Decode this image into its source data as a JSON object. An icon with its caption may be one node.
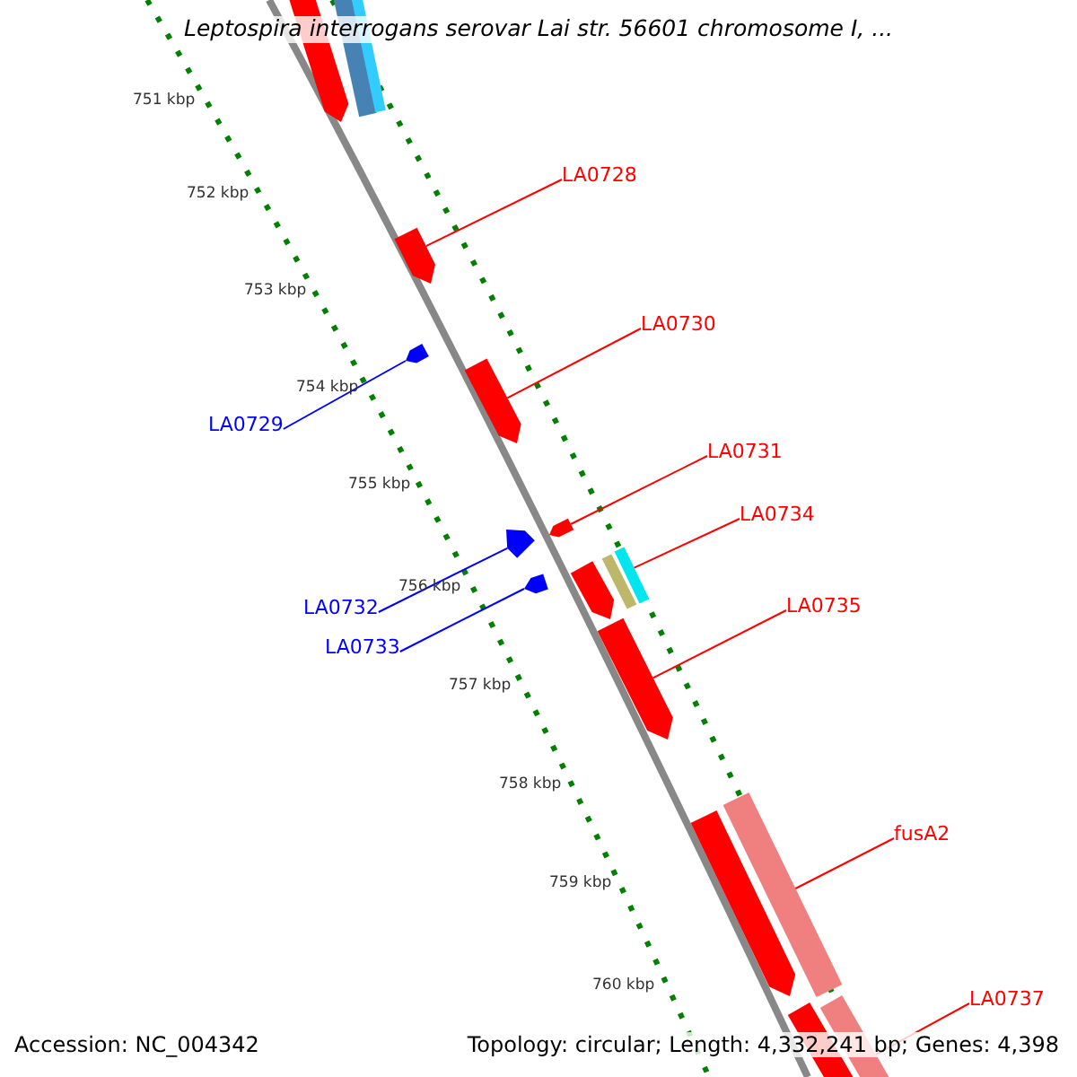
{
  "diagram": {
    "title": "Leptospira interrogans serovar Lai str. 56601 chromosome I, ...",
    "nodes": [
      {
        "text": [
          "LA0728"
        ]
      },
      {
        "text": [
          "LA0730"
        ]
      },
      {
        "text": [
          "LA0729"
        ]
      },
      {
        "text": [
          "LA0731"
        ]
      },
      {
        "text": [
          "LA0734"
        ]
      },
      {
        "text": [
          "LA0735"
        ]
      },
      {
        "text": [
          "LA0732"
        ]
      },
      {
        "text": [
          "LA0733"
        ]
      },
      {
        "text": [
          "fusA2"
        ]
      },
      {
        "text": [
          "LA0737"
        ]
      },
      {
        "text": [],
        "shape": "bar"
      },
      {
        "text": [],
        "shape": "bar"
      },
      {
        "text": [],
        "shape": "bar"
      },
      {
        "text": [],
        "shape": "bar"
      },
      {
        "text": [],
        "shape": "bar"
      },
      {
        "text": [],
        "shape": "bar"
      },
      {
        "text": [],
        "shape": "bar"
      },
      {
        "text": [],
        "shape": "bar"
      },
      {
        "text": [],
        "shape": "bar"
      },
      {
        "text": [],
        "shape": "bar"
      },
      {
        "text": [],
        "shape": "bar"
      },
      {
        "text": [],
        "shape": "bar"
      },
      {
        "text": [],
        "shape": "bar"
      },
      {
        "text": [],
        "shape": "bar"
      },
      {
        "text": [],
        "shape": "bar"
      },
      {
        "text": [],
        "shape": "bar"
      },
      {
        "text": [],
        "shape": "bar"
      }
    ],
    "edges": [
      {
        "from": 0,
        "to": 10,
        "arrow": "none"
      },
      {
        "from": 1,
        "to": 11,
        "arrow": "none"
      },
      {
        "from": 2,
        "to": 12,
        "arrow": "none",
        "color": "#0000ff"
      },
      {
        "from": 3,
        "to": 13,
        "arrow": "none"
      },
      {
        "from": 4,
        "to": 14,
        "arrow": "none"
      },
      {
        "from": 5,
        "to": 15,
        "arrow": "none"
      },
      {
        "from": 6,
        "to": 16,
        "arrow": "none",
        "color": "#0000ff"
      },
      {
        "from": 7,
        "to": 17,
        "arrow": "none",
        "color": "#0000ff"
      },
      {
        "from": 8,
        "to": 18,
        "arrow": "none"
      },
      {
        "from": 9,
        "to": 19,
        "arrow": "none"
      }
    ],
    "labels": [
      "751 kbp",
      "752 kbp",
      "753 kbp",
      "754 kbp",
      "755 kbp",
      "756 kbp",
      "757 kbp",
      "758 kbp",
      "759 kbp",
      "760 kbp",
      "Accession: NC_004342",
      "Topology: circular; Length: 4,332,241 bp; Genes: 4,398"
    ]
  }
}
